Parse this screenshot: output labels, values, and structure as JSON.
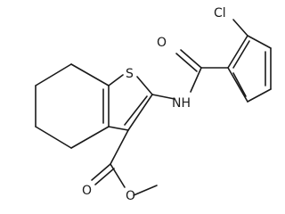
{
  "atoms": {
    "sulfur": "S",
    "carbonyl_oxygen": "O",
    "chlorine": "Cl",
    "amide_nh": "NH",
    "ester_oxygen_double": "O",
    "ester_oxygen_single": "O"
  },
  "colors": {
    "bond": "#1a1a1a",
    "background": "#ffffff"
  }
}
